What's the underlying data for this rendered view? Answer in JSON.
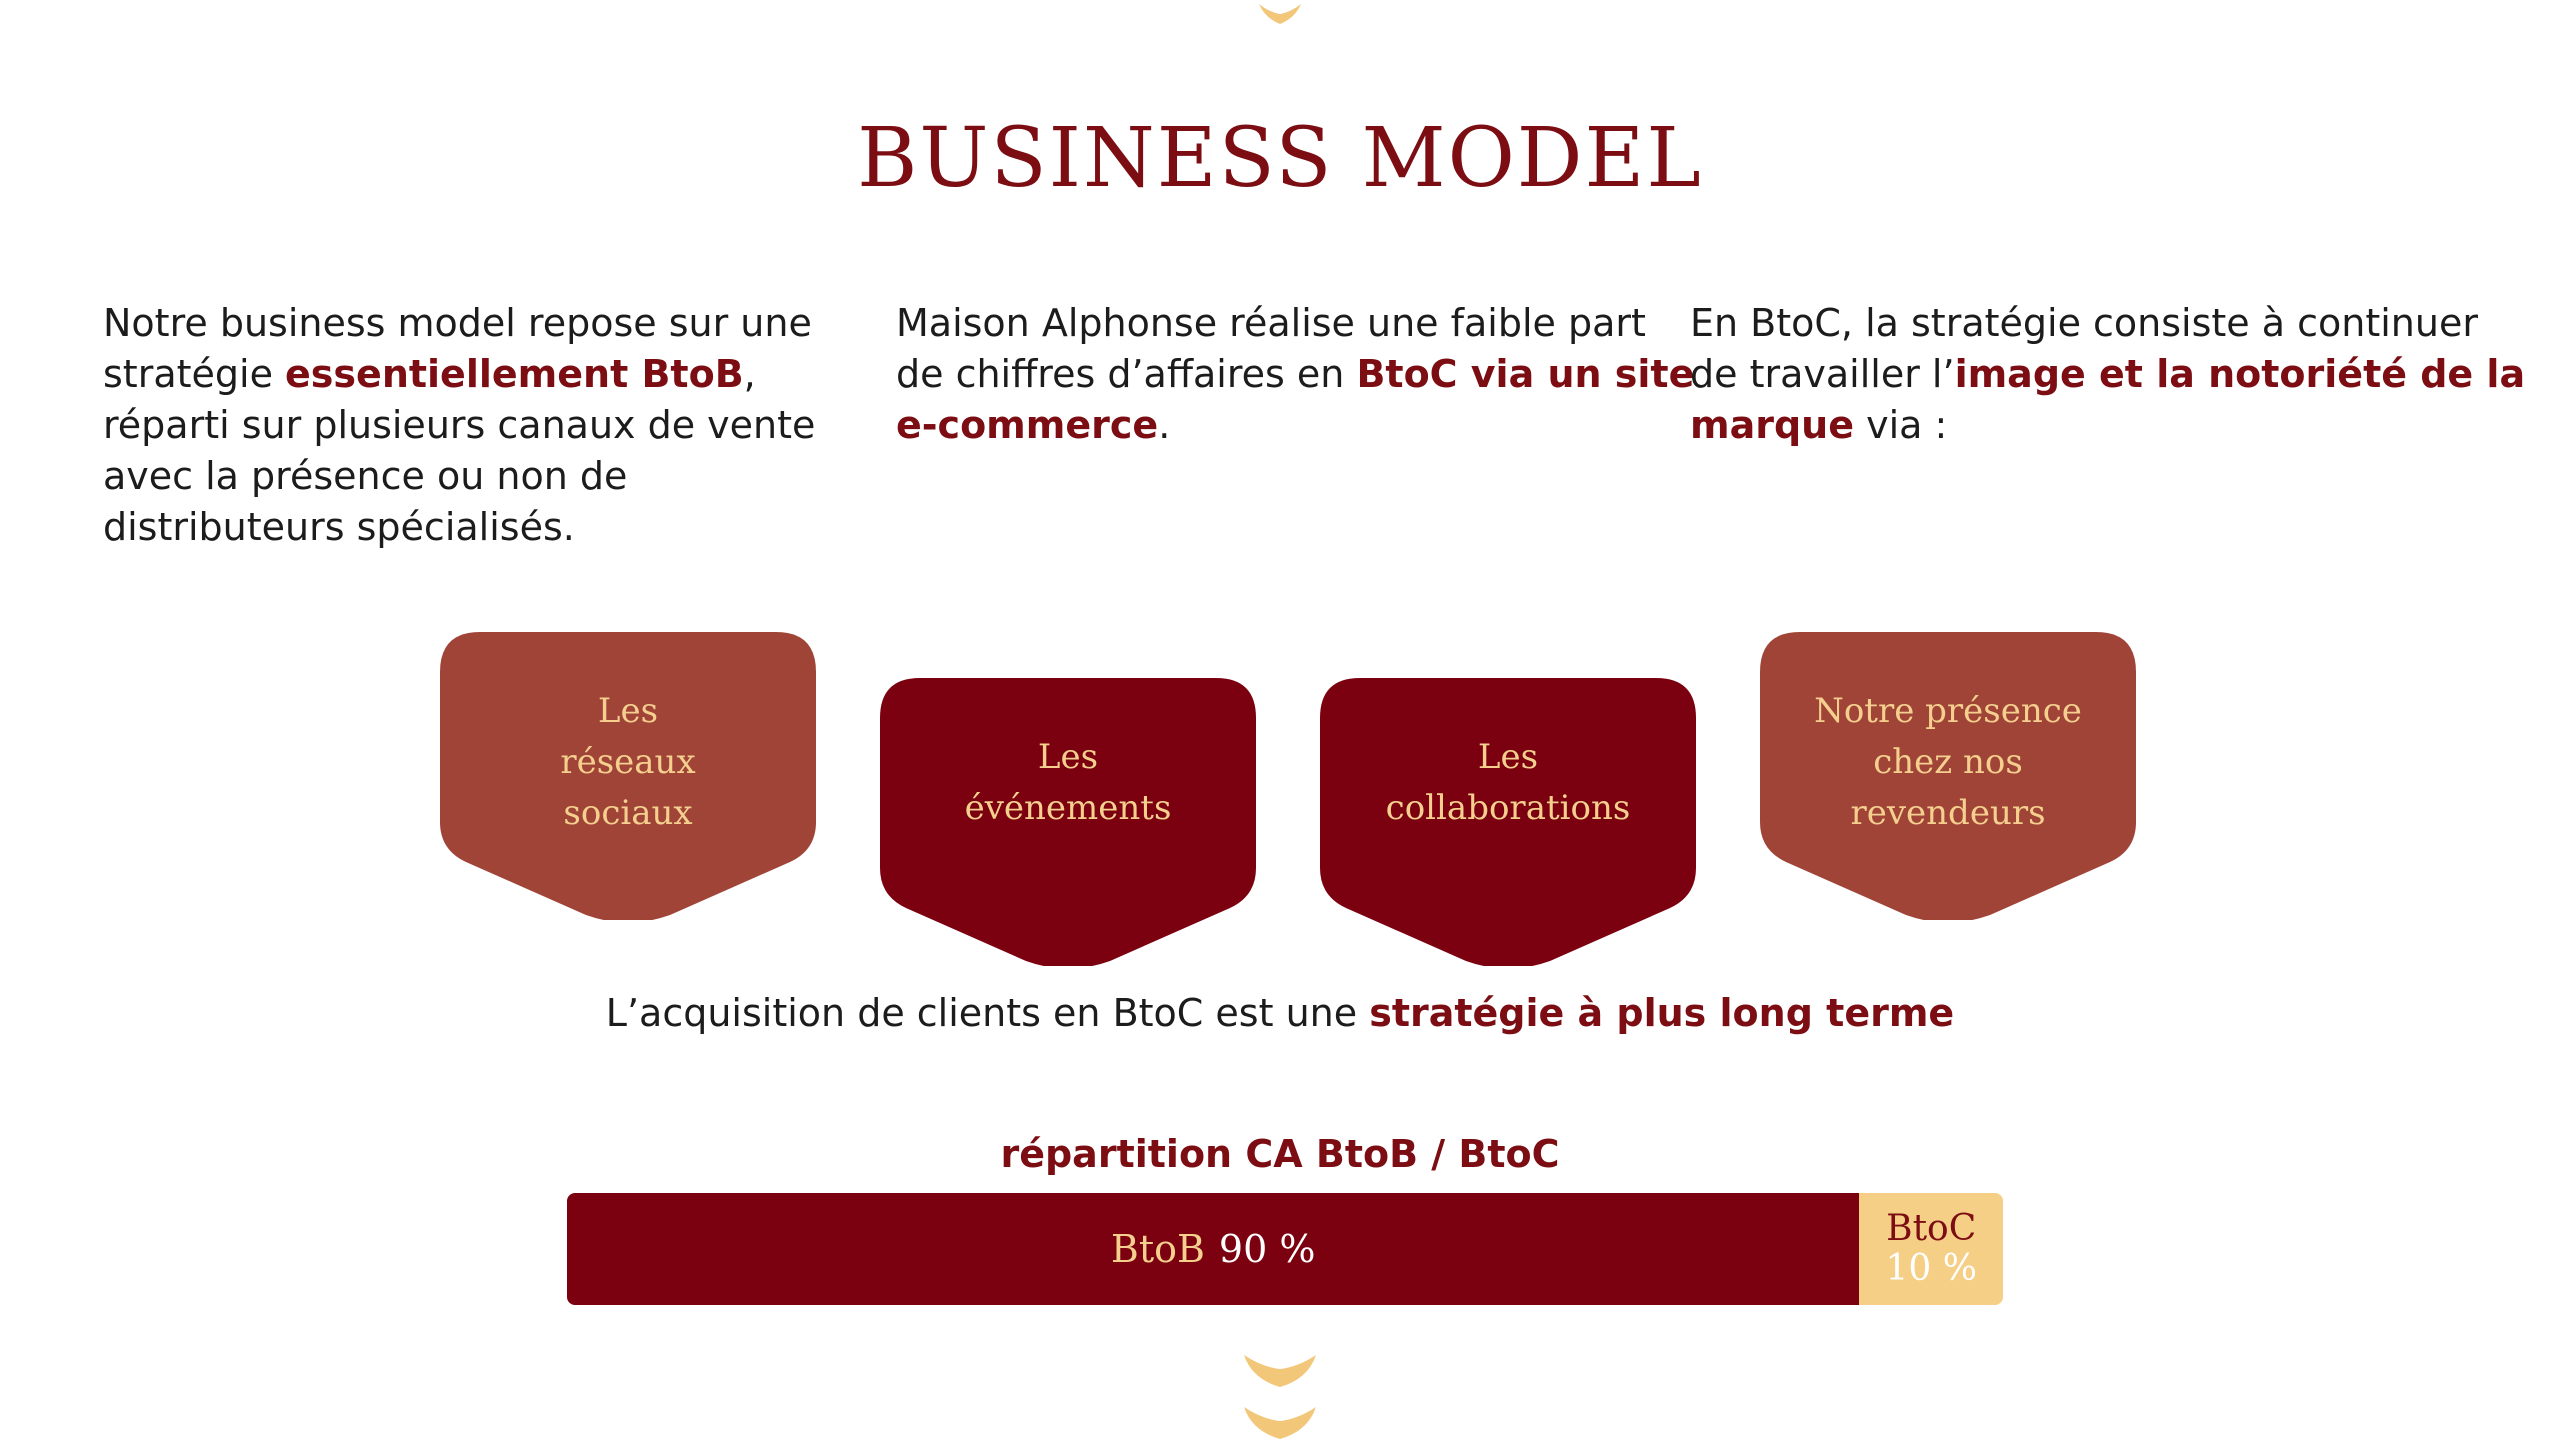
{
  "title": "BUSINESS MODEL",
  "columns": [
    {
      "parts": [
        {
          "t": "Notre business model repose sur une stratégie ",
          "b": false
        },
        {
          "t": "essentiellement BtoB",
          "b": true
        },
        {
          "t": ", réparti sur plusieurs canaux de vente avec la présence ou non de distributeurs spécialisés.",
          "b": false
        }
      ]
    },
    {
      "parts": [
        {
          "t": "Maison Alphonse réalise une faible part de chiffres d’affaires en ",
          "b": false
        },
        {
          "t": "BtoC via un site e-commerce",
          "b": true
        },
        {
          "t": ".",
          "b": false
        }
      ]
    },
    {
      "parts": [
        {
          "t": "En BtoC, la stratégie consiste à continuer de travailler l’",
          "b": false
        },
        {
          "t": "image et la notoriété de la marque",
          "b": true
        },
        {
          "t": " via :",
          "b": false
        }
      ]
    }
  ],
  "badges": [
    {
      "lines": [
        "Les",
        "réseaux",
        "sociaux"
      ],
      "color": "#a04438"
    },
    {
      "lines": [
        "Les",
        "événements"
      ],
      "color": "#7b0010"
    },
    {
      "lines": [
        "Les",
        "collaborations"
      ],
      "color": "#7b0010"
    },
    {
      "lines": [
        "Notre présence",
        "chez nos",
        "revendeurs"
      ],
      "color": "#a04438"
    }
  ],
  "acquisition": {
    "text": "L’acquisition de clients en BtoC est une ",
    "bold": "stratégie à plus long terme"
  },
  "split": {
    "title": "répartition CA BtoB / BtoC",
    "btob_label": "BtoB",
    "btob_pct": "90 %",
    "btob_share": 90,
    "btoc_label": "BtoC",
    "btoc_pct": "10 %",
    "btoc_share": 10
  },
  "colors": {
    "brand": "#7b0d13",
    "accent_gold": "#f4cf8e",
    "badge_light": "#a04438",
    "badge_dark": "#7b0010"
  }
}
